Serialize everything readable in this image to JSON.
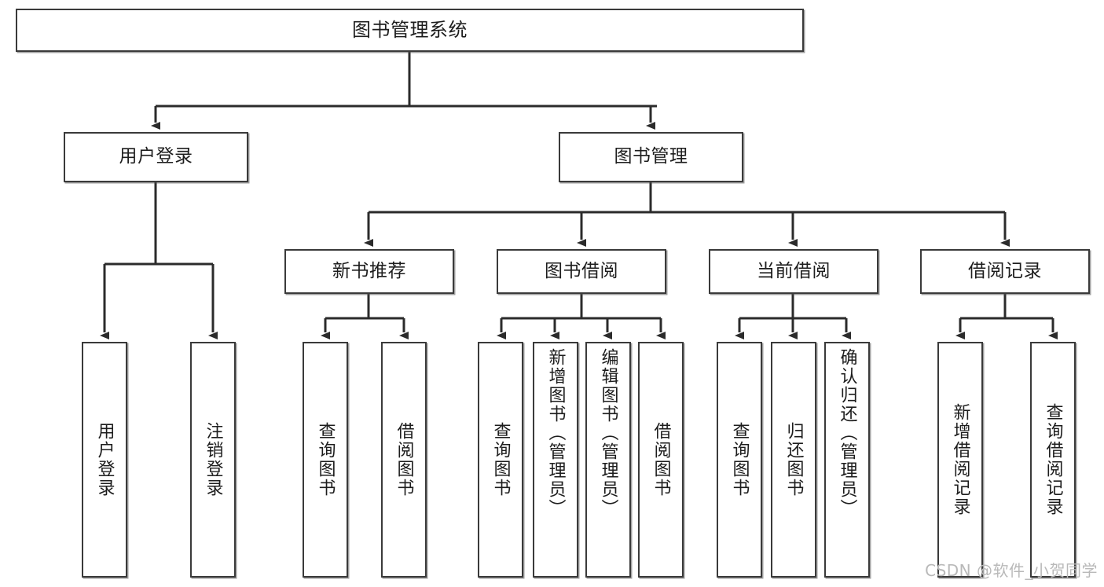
{
  "diagram": {
    "type": "tree-hierarchy",
    "title": "图书管理系统",
    "watermark": "CSDN @软件_小贺同学",
    "colors": {
      "background": "#ffffff",
      "box_border": "#3a3a3a",
      "box_fill": "#ffffff",
      "connector": "#2b2b2b",
      "text": "#1d1d1d",
      "watermark": "#b9b9b9"
    },
    "levels": {
      "root": {
        "label": "图书管理系统"
      },
      "level2": [
        {
          "label": "用户登录"
        },
        {
          "label": "图书管理"
        }
      ],
      "level3": [
        {
          "label": "新书推荐"
        },
        {
          "label": "图书借阅"
        },
        {
          "label": "当前借阅"
        },
        {
          "label": "借阅记录"
        }
      ],
      "leaves": {
        "user_login": [
          {
            "label": "用户登录"
          },
          {
            "label": "注销登录"
          }
        ],
        "new_book_recommend": [
          {
            "label": "查询图书"
          },
          {
            "label": "借阅图书"
          }
        ],
        "book_borrow": [
          {
            "label": "查询图书"
          },
          {
            "label": "新增图书（管理员）"
          },
          {
            "label": "编辑图书（管理员）"
          },
          {
            "label": "借阅图书"
          }
        ],
        "current_borrow": [
          {
            "label": "查询图书"
          },
          {
            "label": "归还图书"
          },
          {
            "label": "确认归还（管理员）"
          }
        ],
        "borrow_record": [
          {
            "label": "新增借阅记录"
          },
          {
            "label": "查询借阅记录"
          }
        ]
      }
    }
  }
}
